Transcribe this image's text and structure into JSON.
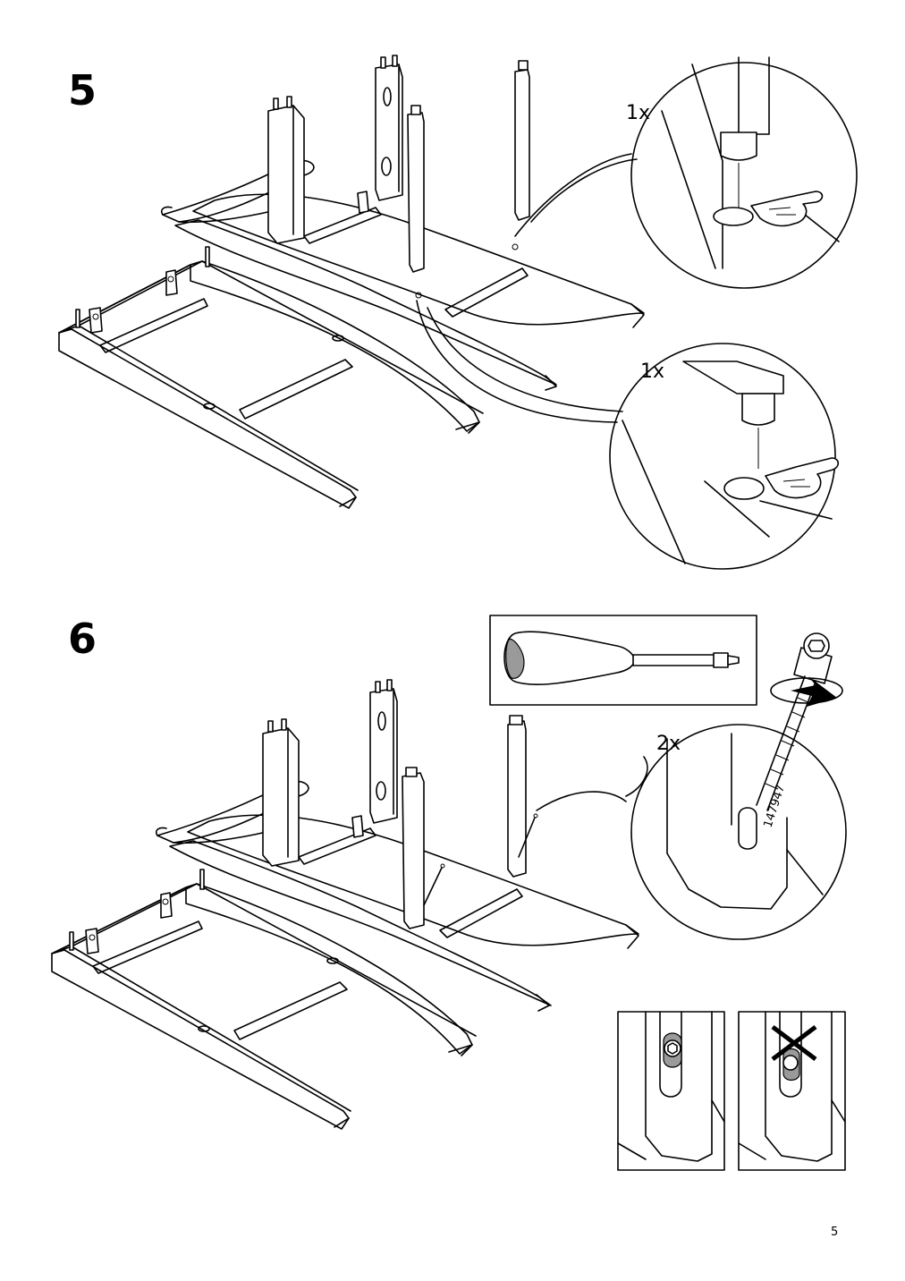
{
  "steps": [
    {
      "number": "5",
      "callouts": [
        {
          "quantity": "1x"
        },
        {
          "quantity": "1x"
        }
      ]
    },
    {
      "number": "6",
      "tool": "hex-key-screwdriver",
      "callout": {
        "quantity": "2x",
        "part_number": "147947"
      },
      "checks": [
        {
          "result": "correct"
        },
        {
          "result": "incorrect"
        }
      ]
    }
  ],
  "page_number": "5",
  "icons": [
    "pointing-hand-icon",
    "screwdriver-icon",
    "rotate-arrow-icon",
    "cross-mark-icon"
  ]
}
